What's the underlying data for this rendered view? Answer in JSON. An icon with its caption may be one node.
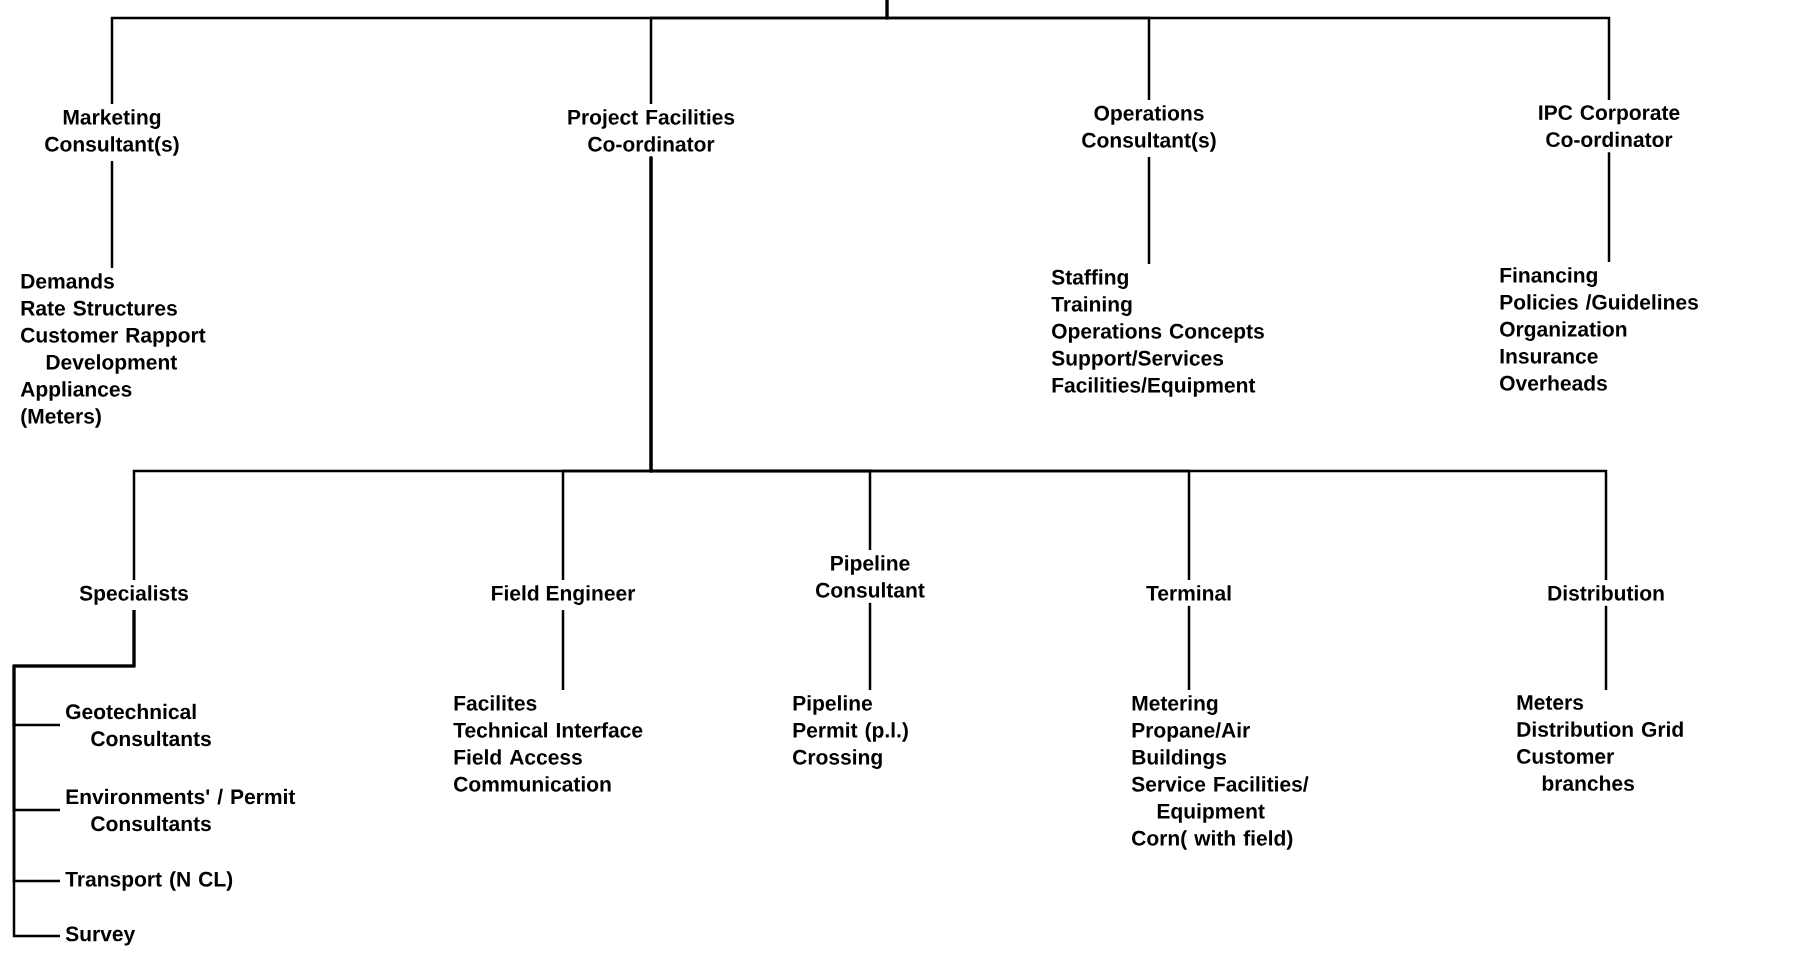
{
  "diagram": {
    "nodes": [
      {
        "text": [
          "Marketing Consultant(s)"
        ]
      },
      {
        "text": [
          "Project Facilities Co-ordinator"
        ]
      },
      {
        "text": [
          "Operations Consultant(s)"
        ]
      },
      {
        "text": [
          "IPC Corporate Co-ordinator"
        ]
      },
      {
        "text": [
          "Demands",
          "Rate Structures",
          "Customer Rapport Development",
          "Appliances",
          "(Meters)"
        ]
      },
      {
        "text": [
          "Staffing",
          "Training",
          "Operations Concepts",
          "Support/Services",
          "Facilities/Equipment"
        ]
      },
      {
        "text": [
          "Financing",
          "Policies /Guidelines",
          "Organization",
          "Insurance",
          "Overheads"
        ]
      },
      {
        "text": [
          "Specialists"
        ]
      },
      {
        "text": [
          "Field Engineer"
        ]
      },
      {
        "text": [
          "Pipeline Consultant"
        ]
      },
      {
        "text": [
          "Terminal"
        ]
      },
      {
        "text": [
          "Distribution"
        ]
      },
      {
        "text": [
          "Geotechnical Consultants"
        ]
      },
      {
        "text": [
          "Environments' / Permit Consultants"
        ]
      },
      {
        "text": [
          "Transport (N CL)"
        ]
      },
      {
        "text": [
          "Survey"
        ]
      },
      {
        "text": [
          "Facilites",
          "Technical Interface",
          "Field Access",
          "Communication"
        ]
      },
      {
        "text": [
          "Pipeline",
          "Permit (p.l.)",
          "Crossing"
        ]
      },
      {
        "text": [
          "Metering",
          "Propane/Air",
          "Buildings",
          "Service Facilities/ Equipment",
          "Corn( with field)"
        ]
      },
      {
        "text": [
          "Meters",
          "Distribution Grid",
          "Customer branches"
        ]
      }
    ],
    "edges": [
      {
        "from": null,
        "to": 0,
        "arrow": "none"
      },
      {
        "from": null,
        "to": 1,
        "arrow": "none"
      },
      {
        "from": null,
        "to": 2,
        "arrow": "none"
      },
      {
        "from": null,
        "to": 3,
        "arrow": "none"
      },
      {
        "from": 0,
        "to": 4,
        "arrow": "none"
      },
      {
        "from": 2,
        "to": 5,
        "arrow": "none"
      },
      {
        "from": 3,
        "to": 6,
        "arrow": "none"
      },
      {
        "from": 1,
        "to": 7,
        "arrow": "none"
      },
      {
        "from": 1,
        "to": 8,
        "arrow": "none"
      },
      {
        "from": 1,
        "to": 9,
        "arrow": "none"
      },
      {
        "from": 1,
        "to": 10,
        "arrow": "none"
      },
      {
        "from": 1,
        "to": 11,
        "arrow": "none"
      },
      {
        "from": 7,
        "to": 12,
        "arrow": "none"
      },
      {
        "from": 7,
        "to": 13,
        "arrow": "none"
      },
      {
        "from": 7,
        "to": 14,
        "arrow": "none"
      },
      {
        "from": 7,
        "to": 15,
        "arrow": "none"
      },
      {
        "from": 8,
        "to": 16,
        "arrow": "none"
      },
      {
        "from": 9,
        "to": 17,
        "arrow": "none"
      },
      {
        "from": 10,
        "to": 18,
        "arrow": "none"
      },
      {
        "from": 11,
        "to": 19,
        "arrow": "none"
      }
    ]
  }
}
